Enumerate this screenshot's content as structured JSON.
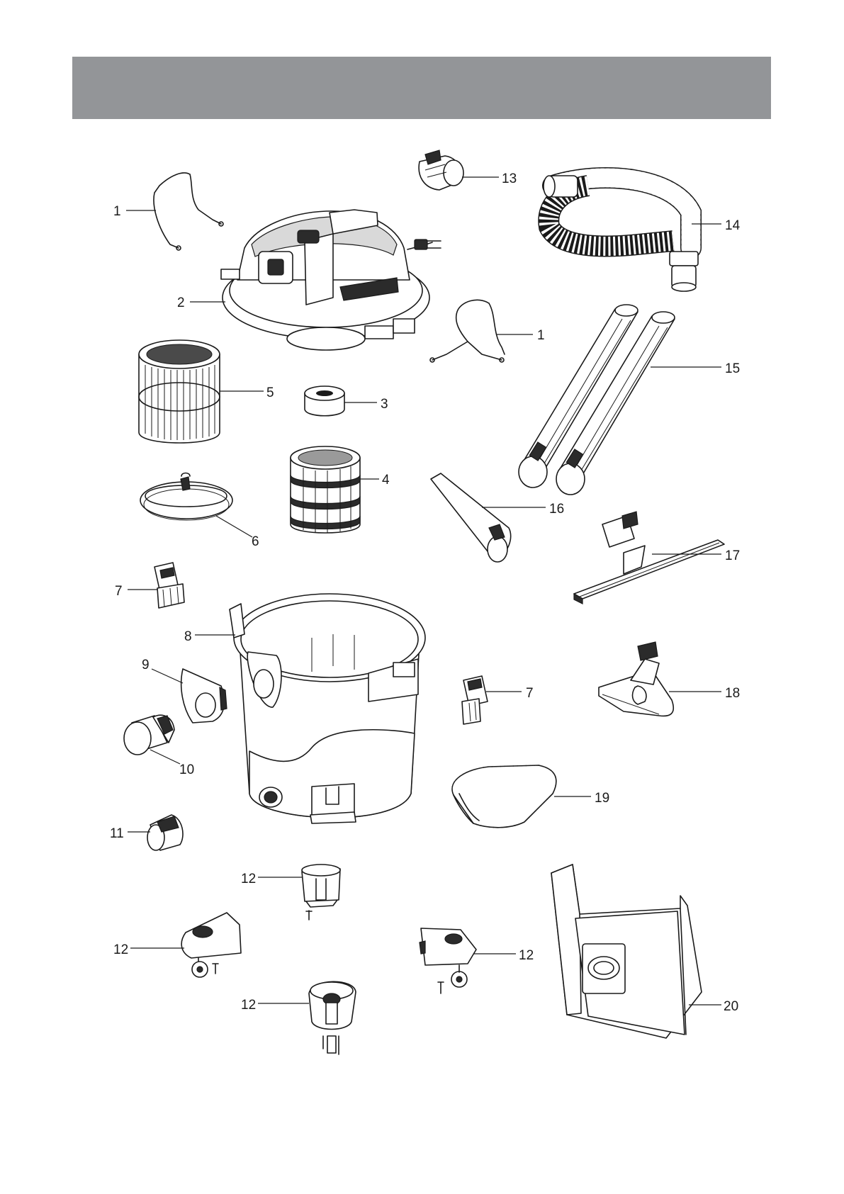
{
  "header": {
    "bar_color": "#939598",
    "title": ""
  },
  "part_labels": [
    "1",
    "2",
    "3",
    "4",
    "5",
    "6",
    "7",
    "8",
    "9",
    "10",
    "11",
    "12",
    "13",
    "14",
    "15",
    "16",
    "17",
    "18",
    "19",
    "20"
  ],
  "callouts": {
    "c1a": "1",
    "c1b": "1",
    "c2": "2",
    "c3": "3",
    "c4": "4",
    "c5": "5",
    "c6": "6",
    "c7a": "7",
    "c7b": "7",
    "c8": "8",
    "c9": "9",
    "c10": "10",
    "c11": "11",
    "c12a": "12",
    "c12b": "12",
    "c12c": "12",
    "c12d": "12",
    "c13": "13",
    "c14": "14",
    "c15": "15",
    "c16": "16",
    "c17": "17",
    "c18": "18",
    "c19": "19",
    "c20": "20"
  }
}
